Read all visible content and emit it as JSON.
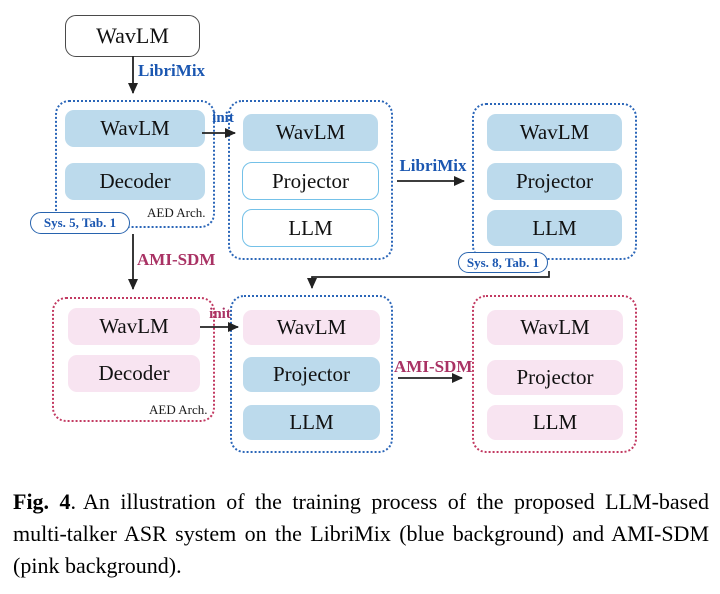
{
  "diagram": {
    "pretrained_model": "WavLM",
    "labels": {
      "librimix_pretrain": "LibriMix",
      "init_top": "init",
      "librimix_transfer": "LibriMix",
      "amisdm_adapt": "AMI-SDM",
      "init_bottom": "init",
      "amisdm_transfer": "AMI-SDM",
      "aed_arch_top": "AED Arch.",
      "aed_arch_bottom": "AED Arch.",
      "sys5_tag": "Sys. 5, Tab. 1",
      "sys8_tag": "Sys. 8, Tab. 1"
    },
    "boxes": {
      "aed_librimix": {
        "blocks": [
          "WavLM",
          "Decoder"
        ]
      },
      "llm_librimix_init": {
        "blocks": [
          "WavLM",
          "Projector",
          "LLM"
        ]
      },
      "llm_librimix_trained": {
        "blocks": [
          "WavLM",
          "Projector",
          "LLM"
        ]
      },
      "aed_amisdm": {
        "blocks": [
          "WavLM",
          "Decoder"
        ]
      },
      "llm_amisdm_init": {
        "blocks": [
          "WavLM",
          "Projector",
          "LLM"
        ]
      },
      "llm_amisdm_trained": {
        "blocks": [
          "WavLM",
          "Projector",
          "LLM"
        ]
      }
    }
  },
  "caption": {
    "label": "Fig. 4",
    "period": ".",
    "body": "An illustration of the training process of the proposed LLM-based multi-talker ASR system on the LibriMix (blue background) and AMI-SDM (pink background)."
  },
  "colors": {
    "blue_block_fill": "#BCDAEC",
    "pink_block_fill": "#F8E4F1",
    "blue_dotted_border": "#2B66B8",
    "pink_dotted_border": "#C23A62",
    "white_block_outline": "#74C1E8",
    "blue_label": "#1B57B1",
    "red_label": "#A93264",
    "arrow": "#222222"
  }
}
